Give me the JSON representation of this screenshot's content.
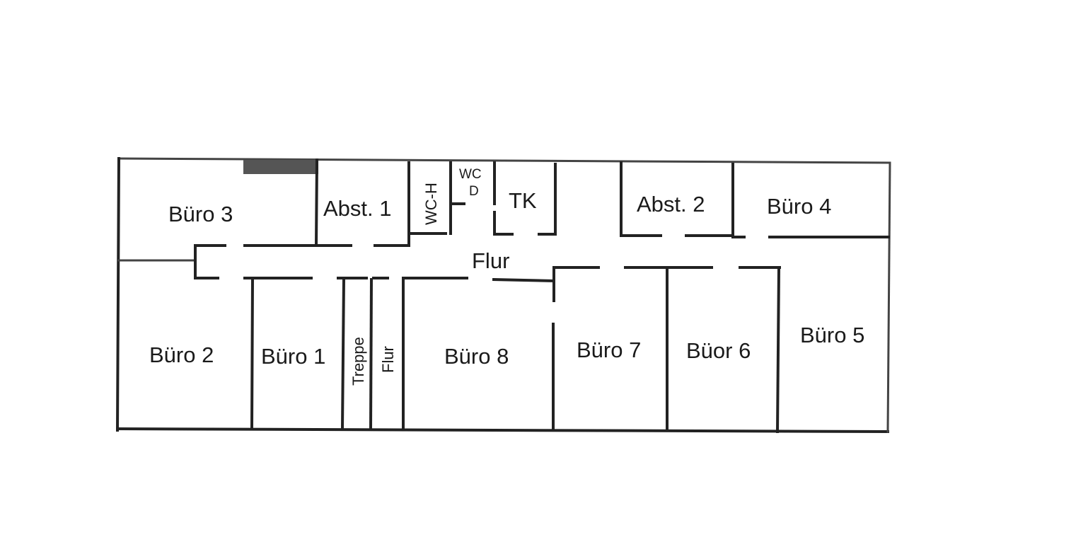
{
  "floor_plan": {
    "rooms": {
      "buero3": "Büro 3",
      "abst1": "Abst. 1",
      "wch": "WC-H",
      "wcd_top": "WC",
      "wcd_bottom": "D",
      "tk": "TK",
      "abst2": "Abst. 2",
      "buero4": "Büro 4",
      "flur_main": "Flur",
      "buero2": "Büro 2",
      "buero1": "Büro 1",
      "treppe": "Treppe",
      "flur_small": "Flur",
      "buero8": "Büro 8",
      "buero7": "Büro 7",
      "buero6": "Büor 6",
      "buero5": "Büro 5"
    },
    "colors": {
      "wall": "#222222",
      "shaded_block": "#555555"
    }
  }
}
